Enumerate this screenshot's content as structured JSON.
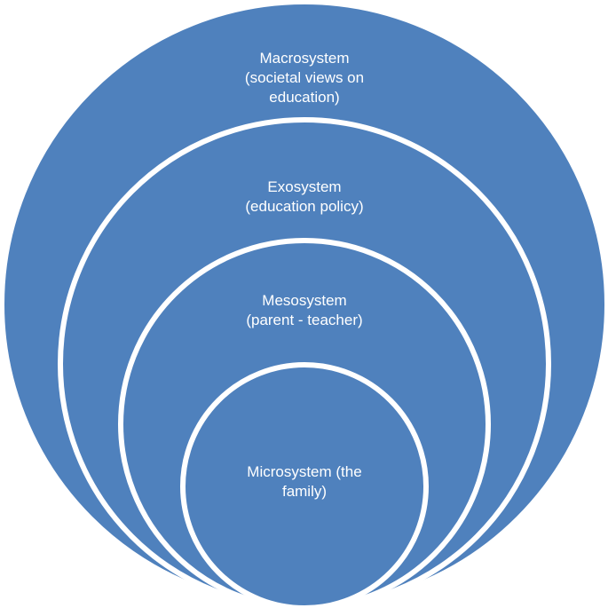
{
  "diagram": {
    "colors": {
      "fill": "#4f81bd",
      "stroke": "#ffffff"
    },
    "layers": [
      {
        "label": "Macrosystem\n(societal views on\neducation)"
      },
      {
        "label": "Exosystem\n(education policy)"
      },
      {
        "label": "Mesosystem\n(parent - teacher)"
      },
      {
        "label": "Microsystem (the\nfamily)"
      }
    ]
  }
}
